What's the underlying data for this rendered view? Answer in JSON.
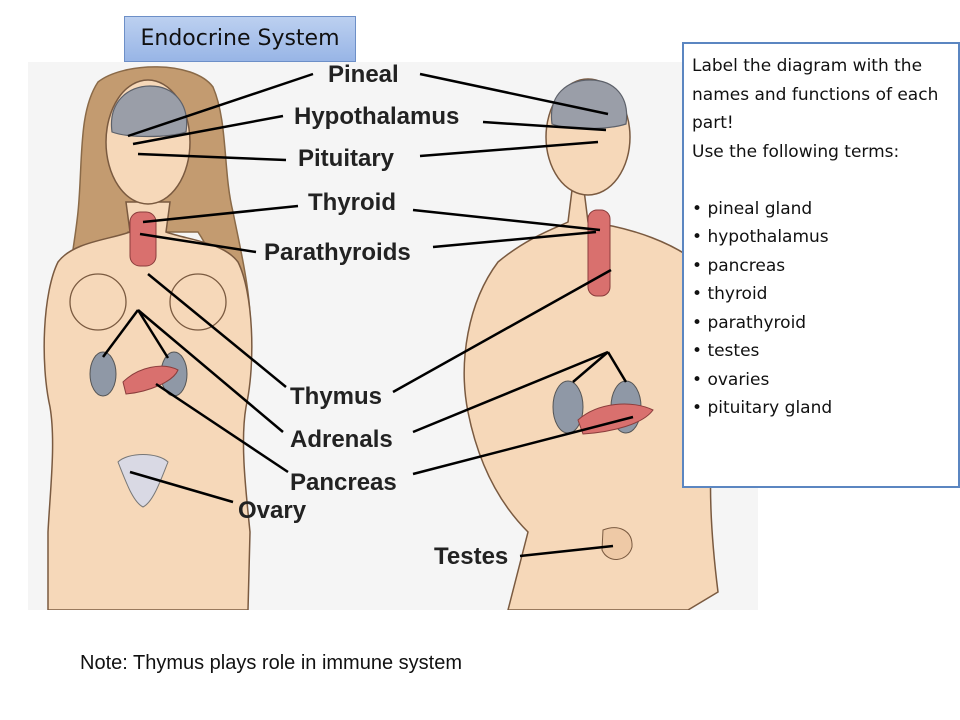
{
  "title": "Endocrine System",
  "diagram_labels": {
    "pineal": "Pineal",
    "hypothalamus": "Hypothalamus",
    "pituitary": "Pituitary",
    "thyroid": "Thyroid",
    "parathyroids": "Parathyroids",
    "thymus": "Thymus",
    "adrenals": "Adrenals",
    "pancreas": "Pancreas",
    "ovary": "Ovary",
    "testes": "Testes"
  },
  "instructions": {
    "line1": "Label the diagram with the names and functions of each part!",
    "line2": "Use the following terms:",
    "terms": [
      "pineal gland",
      "hypothalamus",
      "pancreas",
      "thyroid",
      "parathyroid",
      "testes",
      "ovaries",
      "pituitary gland"
    ]
  },
  "note": "Note: Thymus plays role in immune system",
  "colors": {
    "skin": "#f6d8b9",
    "hair": "#c39b70",
    "brain": "#9a9ea8",
    "gland": "#d9706e",
    "kidney": "#8f98a6",
    "title_bg": "#a9c2ec",
    "box_border": "#5b86c1"
  }
}
